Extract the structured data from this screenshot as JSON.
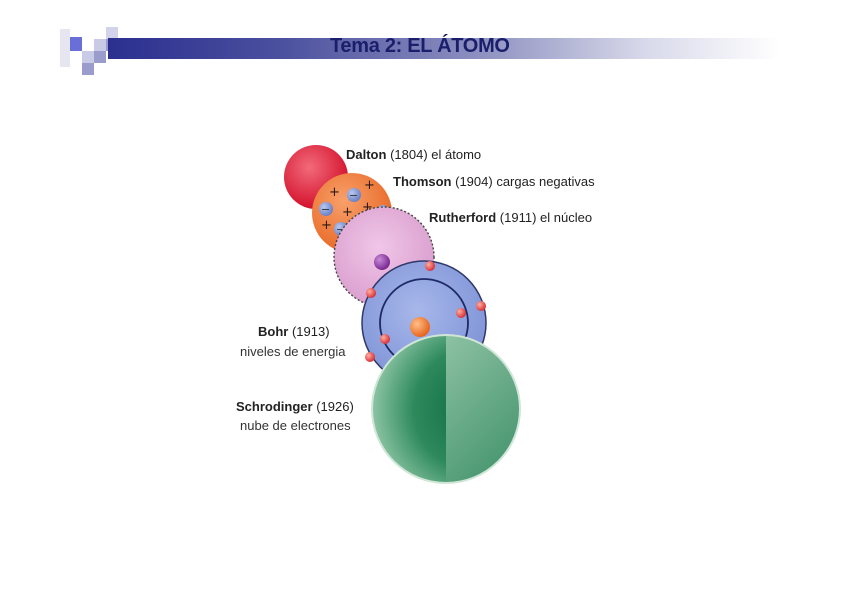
{
  "header": {
    "title": "Tema 2: EL ÁTOMO"
  },
  "models": [
    {
      "name": "Dalton",
      "year": "(1804)",
      "description": "el átomo",
      "color": "#e0203a"
    },
    {
      "name": "Thomson",
      "year": "(1904)",
      "description": "cargas negativas",
      "color": "#f07a38"
    },
    {
      "name": "Rutherford",
      "year": "(1911)",
      "description": "el núcleo",
      "color": "#e3aed8"
    },
    {
      "name": "Bohr",
      "year": "(1913)",
      "description": "niveles de energia",
      "color": "#8fa3dd"
    },
    {
      "name": "Schrodinger",
      "year": "(1926)",
      "description": "nube de electrones",
      "color": "#2e8a5c"
    }
  ]
}
